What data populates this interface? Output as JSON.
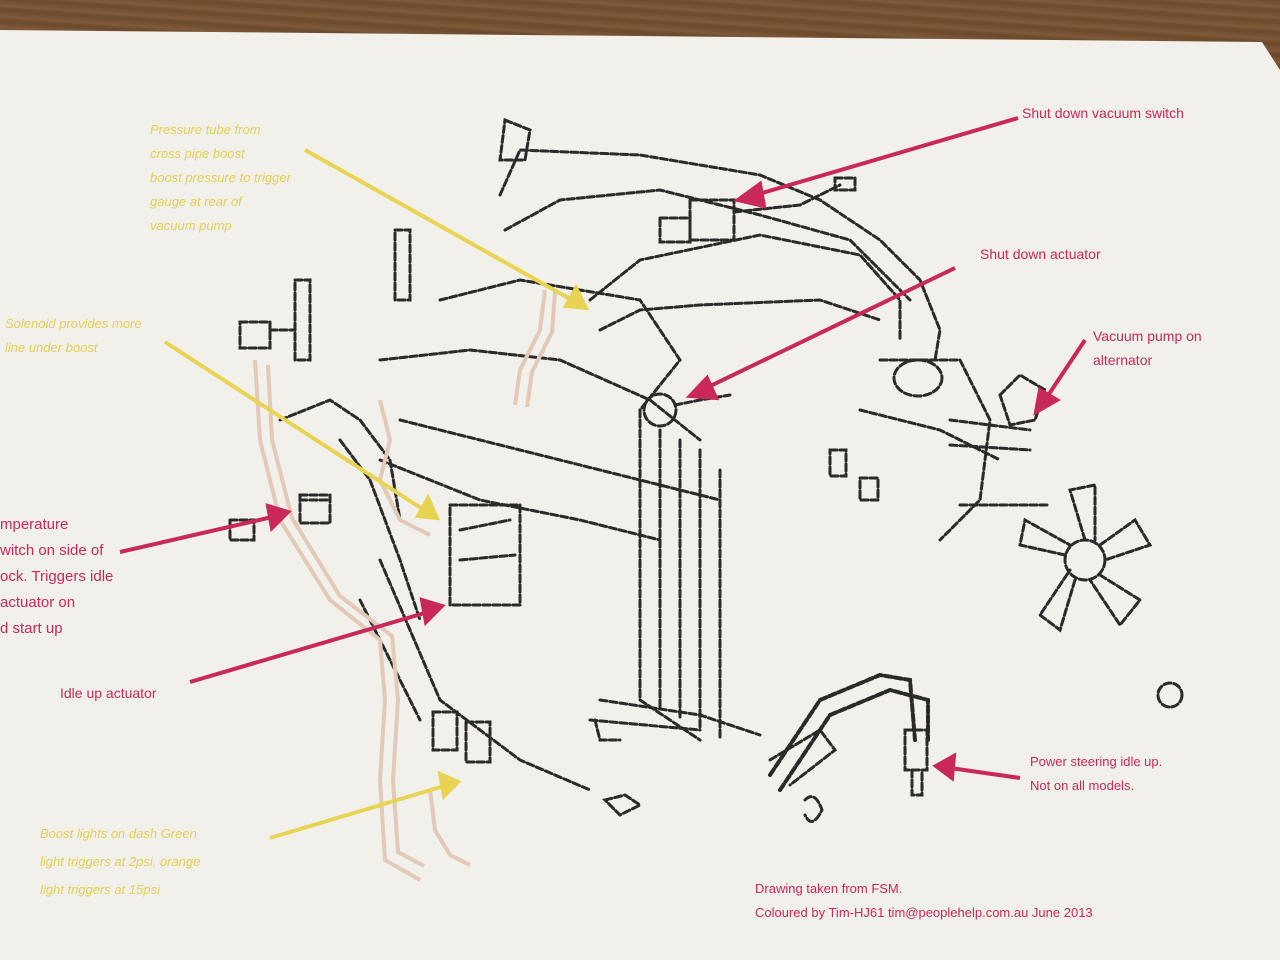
{
  "colors": {
    "paper": "#f2f0ea",
    "ink": "#2a2a2a",
    "pink": "#c8285a",
    "yellow": "#e8d452",
    "hose_tan": "#e2c9b8"
  },
  "labels": {
    "shutdown_vacuum_switch": "Shut down vacuum switch",
    "shutdown_actuator": "Shut down actuator",
    "vacuum_pump": "Vacuum pump on\nalternator",
    "temperature_switch": "mperature\nwitch on side of\nock. Triggers idle\nactuator on\nd start up",
    "idle_up_actuator": "Idle up actuator",
    "power_steering": "Power steering idle up.\nNot on all models.",
    "pressure_tube": "Pressure tube from\ncross pipe boost\nboost pressure to trigger\ngauge at rear of\nvacuum pump",
    "solenoid": "Solenoid provides more\nline under boost",
    "boost_lights": "Boost lights on dash  Green\nlight triggers at 2psi, orange\nlight triggers at 15psi"
  },
  "credits": {
    "line1": "Drawing taken from FSM.",
    "line2": "Coloured by Tim-HJ61  tim@peoplehelp.com.au June 2013"
  }
}
